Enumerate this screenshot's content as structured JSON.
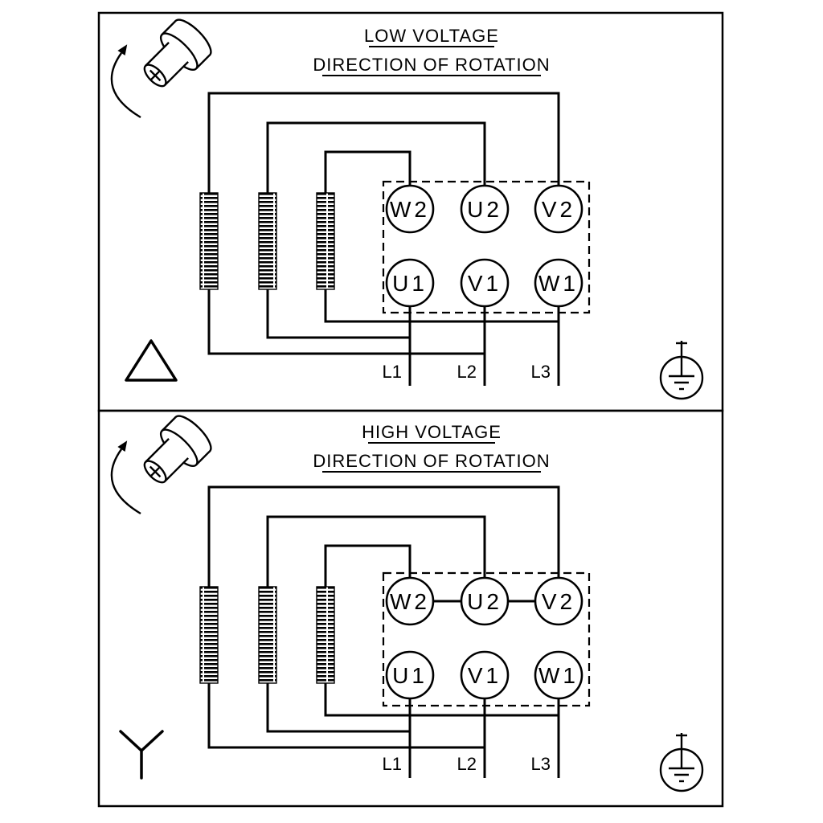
{
  "colors": {
    "line": "#000000",
    "background": "#ffffff"
  },
  "panels": [
    {
      "id": "low-voltage",
      "title": "LOW VOLTAGE",
      "subtitle": "DIRECTION OF ROTATION",
      "connection": "delta",
      "icons": [
        "rotation-shaft-icon",
        "delta-symbol-icon",
        "earth-ground-icon"
      ],
      "terminals": {
        "top_row": [
          "W2",
          "U2",
          "V2"
        ],
        "bottom_row": [
          "U1",
          "V1",
          "W1"
        ]
      },
      "line_labels": [
        "L1",
        "L2",
        "L3"
      ]
    },
    {
      "id": "high-voltage",
      "title": "HIGH VOLTAGE",
      "subtitle": "DIRECTION OF ROTATION",
      "connection": "star",
      "icons": [
        "rotation-shaft-icon",
        "star-symbol-icon",
        "earth-ground-icon"
      ],
      "terminals": {
        "top_row": [
          "W2",
          "U2",
          "V2"
        ],
        "bottom_row": [
          "U1",
          "V1",
          "W1"
        ]
      },
      "line_labels": [
        "L1",
        "L2",
        "L3"
      ]
    }
  ]
}
